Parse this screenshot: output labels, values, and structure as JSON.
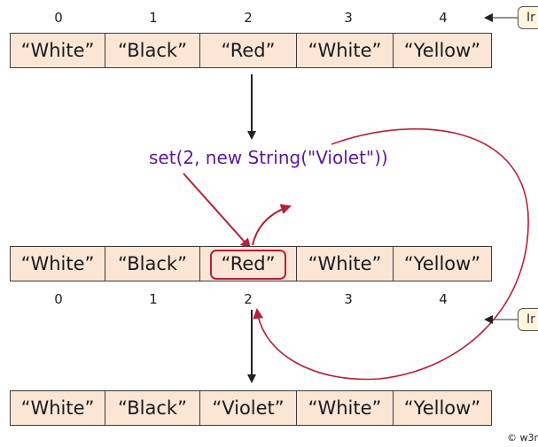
{
  "indices_top": [
    "0",
    "1",
    "2",
    "3",
    "4"
  ],
  "indices_mid": [
    "0",
    "1",
    "2",
    "3",
    "4"
  ],
  "row_before": [
    "“White”",
    "“Black”",
    "“Red”",
    "“White”",
    "“Yellow”"
  ],
  "row_during": [
    "“White”",
    "“Black”",
    "“Red”",
    "“White”",
    "“Yellow”"
  ],
  "row_after": [
    "“White”",
    "“Black”",
    "“Violet”",
    "“White”",
    "“Yellow”"
  ],
  "operation": "set(2, new String(\"Violet\"))",
  "label_top": "Ir",
  "label_mid": "Ir",
  "copyright": "© w3r",
  "colors": {
    "cell_fill": "#fbe6d6",
    "operation_text": "#5a1b99",
    "arrow_accent": "#b5203c",
    "badge_fill": "#fdf6dc"
  }
}
